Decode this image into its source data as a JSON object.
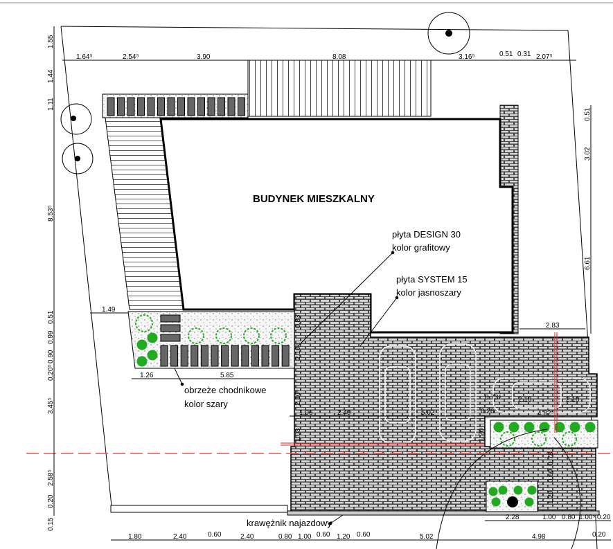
{
  "building_label": "BUDYNEK MIESZKALNY",
  "annotations": {
    "design30_line1": "płyta DESIGN 30",
    "design30_line2": "kolor grafitowy",
    "system15_line1": "płyta SYSTEM 15",
    "system15_line2": "kolor jasnoszary",
    "edge_line1": "obrzeże chodnikowe",
    "edge_line2": "kolor szary",
    "curb": "krawężnik najazdowy"
  },
  "dims_top": [
    "1.64⁵",
    "2.54⁵",
    "3.90",
    "8.08",
    "3.16⁵",
    "0.51",
    "0.31",
    "2.07⁵"
  ],
  "dims_left": [
    "1.55",
    "1.44",
    "1.11",
    "8.53⁵",
    "0.51",
    "0.99",
    "0.90",
    "0.20⁵",
    "3.45⁵",
    "2.58⁵",
    "0.20",
    "0.15"
  ],
  "dims_right": [
    "0.51",
    "3.02",
    "6.61"
  ],
  "dims_bottom_row1": [
    "2.28",
    "1.00",
    "0.80",
    "1.00⁵",
    "0.20"
  ],
  "dims_bottom_row2": [
    "1.80",
    "2.40",
    "0.60",
    "2.40",
    "0.80",
    "1.00",
    "0.60",
    "1.20",
    "0.60",
    "5.02",
    "4.98",
    "0.20"
  ],
  "dims_inner": {
    "d149": "1.49",
    "d126": "1.26",
    "d585": "5.85",
    "d083": "0.83",
    "d210a": "2.10⁵",
    "d210b": "2.10⁵",
    "d106": "1.06",
    "d240": "2.40",
    "d502": "5.02",
    "d103": "1.03",
    "d073": "0.73⁵",
    "d210c": "2.10",
    "d210d": "2.10",
    "d026": "0.26",
    "d482": "4.82⁵",
    "d120": "1.20",
    "d283": "2.83",
    "d078": "0.78",
    "d060": "0.60",
    "d120b": "1.20"
  },
  "colors": {
    "paver": "#8a8a8a",
    "brick": "#d0d0d0",
    "plant": "#22aa22",
    "red": "#e02020"
  }
}
